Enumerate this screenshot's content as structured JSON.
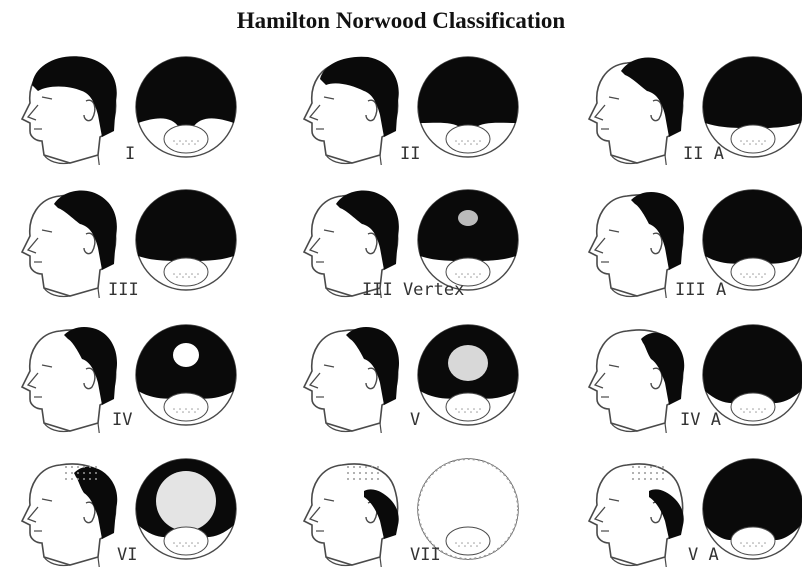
{
  "title": "Hamilton Norwood Classification",
  "stages": [
    {
      "label": "I"
    },
    {
      "label": "II"
    },
    {
      "label": "II A"
    },
    {
      "label": "III"
    },
    {
      "label": "III Vertex"
    },
    {
      "label": "III A"
    },
    {
      "label": "IV"
    },
    {
      "label": "V"
    },
    {
      "label": "IV A"
    },
    {
      "label": "VI"
    },
    {
      "label": "VII"
    },
    {
      "label": "V A"
    }
  ],
  "colors": {
    "hair": "#0a0a0a",
    "skin_line": "#4a4a4a",
    "speckle": "#9a9a9a"
  }
}
